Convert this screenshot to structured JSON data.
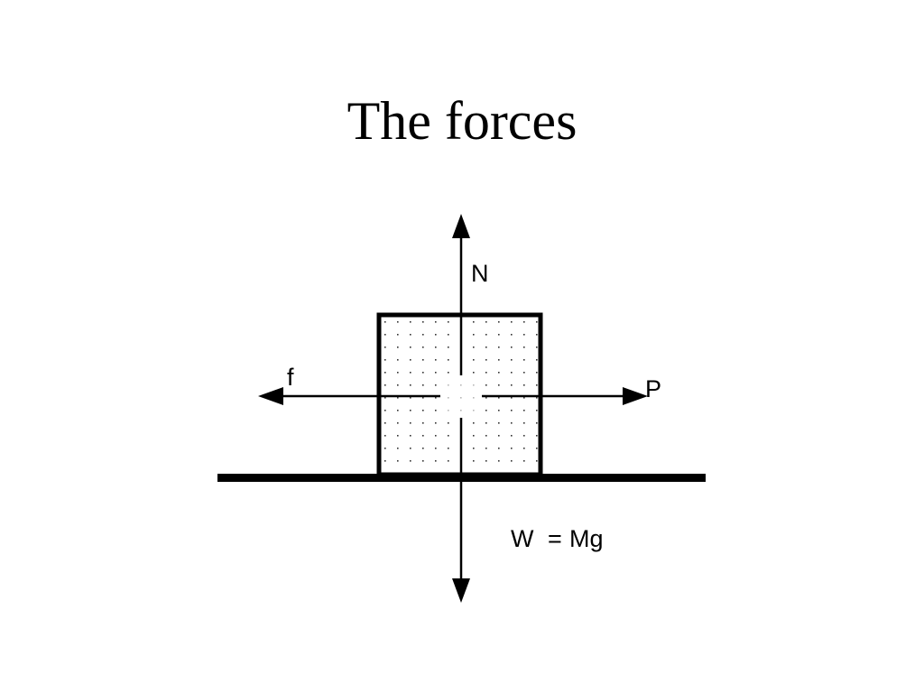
{
  "slide": {
    "title": "The forces"
  },
  "diagram": {
    "labels": {
      "normal_force": "N",
      "friction_force": "f",
      "pushing_force": "P",
      "weight": "W",
      "weight_equals": "=",
      "weight_expr": "Mg"
    },
    "colors": {
      "ink": "#000000",
      "background": "#ffffff"
    }
  }
}
